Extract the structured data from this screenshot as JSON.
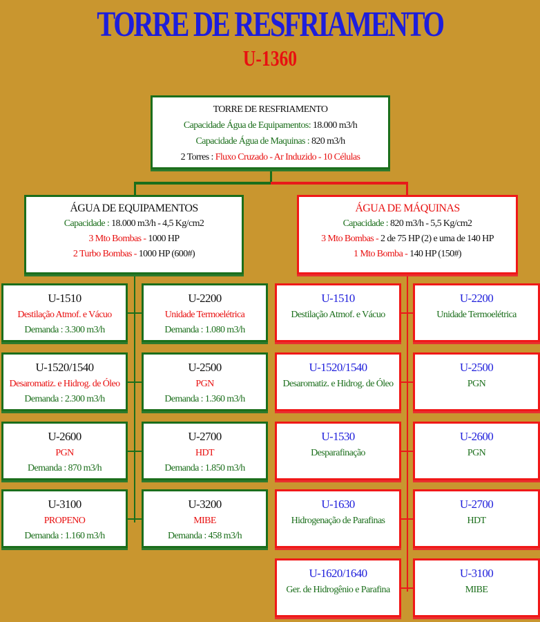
{
  "title": "TORRE DE RESFRIAMENTO",
  "subtitle": "U-1360",
  "top": {
    "heading": "TORRE DE RESFRIAMENTO",
    "l1_label": "Capacidade Água de Equipamentos:",
    "l1_value": "18.000 m3/h",
    "l2_label": "Capacidade Água de Maquinas :",
    "l2_value": "820 m3/h",
    "l3_label": "2 Torres :",
    "l3_value": "Fluxo Cruzado - Ar Induzido - 10 Células"
  },
  "equip": {
    "heading": "ÁGUA DE EQUIPAMENTOS",
    "cap_label": "Capacidade :",
    "cap_value": "18.000 m3/h - 4,5 Kg/cm2",
    "b1_label": "3 Mto Bombas -",
    "b1_value": "1000 HP",
    "b2_label": "2 Turbo Bombas -",
    "b2_value": "1000 HP (600#)"
  },
  "maq": {
    "heading": "ÁGUA DE MÁQUINAS",
    "cap_label": "Capacidade :",
    "cap_value": "820 m3/h - 5,5 Kg/cm2",
    "b1_label": "3 Mto Bombas -",
    "b1_value": "2 de 75 HP (2) e uma de 140 HP",
    "b2_label": "1 Mto Bomba -",
    "b2_value": "140 HP (150#)"
  },
  "equip_units": [
    {
      "unit": "U-1510",
      "desc": "Destilação Atmof. e Vácuo",
      "demand": "Demanda : 3.300 m3/h"
    },
    {
      "unit": "U-2200",
      "desc": "Unidade Termoelétrica",
      "demand": "Demanda : 1.080 m3/h"
    },
    {
      "unit": "U-1520/1540",
      "desc": "Desaromatiz. e Hidrog. de Óleo",
      "demand": "Demanda : 2.300 m3/h"
    },
    {
      "unit": "U-2500",
      "desc": "PGN",
      "demand": "Demanda : 1.360 m3/h"
    },
    {
      "unit": "U-2600",
      "desc": "PGN",
      "demand": "Demanda : 870 m3/h"
    },
    {
      "unit": "U-2700",
      "desc": "HDT",
      "demand": "Demanda : 1.850 m3/h"
    },
    {
      "unit": "U-3100",
      "desc": "PROPENO",
      "demand": "Demanda : 1.160 m3/h"
    },
    {
      "unit": "U-3200",
      "desc": "MIBE",
      "demand": "Demanda : 458 m3/h"
    }
  ],
  "maq_units": [
    {
      "unit": "U-1510",
      "desc": "Destilação Atmof. e Vácuo"
    },
    {
      "unit": "U-2200",
      "desc": "Unidade Termoelétrica"
    },
    {
      "unit": "U-1520/1540",
      "desc": "Desaromatiz. e Hidrog. de Óleo"
    },
    {
      "unit": "U-2500",
      "desc": "PGN"
    },
    {
      "unit": "U-1530",
      "desc": "Desparafinação"
    },
    {
      "unit": "U-2600",
      "desc": "PGN"
    },
    {
      "unit": "U-1630",
      "desc": "Hidrogenação de Parafinas"
    },
    {
      "unit": "U-2700",
      "desc": "HDT"
    },
    {
      "unit": "U-1620/1640",
      "desc": "Ger. de Hidrogênio e Parafina"
    },
    {
      "unit": "U-3100",
      "desc": "MIBE"
    }
  ]
}
